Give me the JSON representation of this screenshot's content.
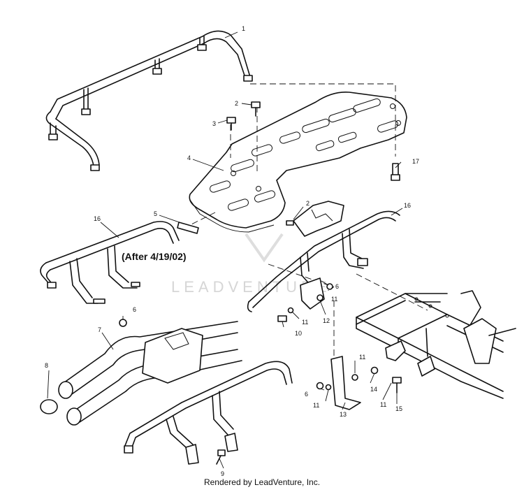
{
  "note": "(After 4/19/02)",
  "footer": "Rendered by LeadVenture, Inc.",
  "watermark": "LEADVENTURE",
  "callouts": [
    "1",
    "2",
    "3",
    "4",
    "17",
    "5",
    "16",
    "2",
    "16",
    "6",
    "11",
    "12",
    "7",
    "6",
    "11",
    "10",
    "8",
    "11",
    "14",
    "6",
    "11",
    "11",
    "15",
    "13",
    "9"
  ]
}
